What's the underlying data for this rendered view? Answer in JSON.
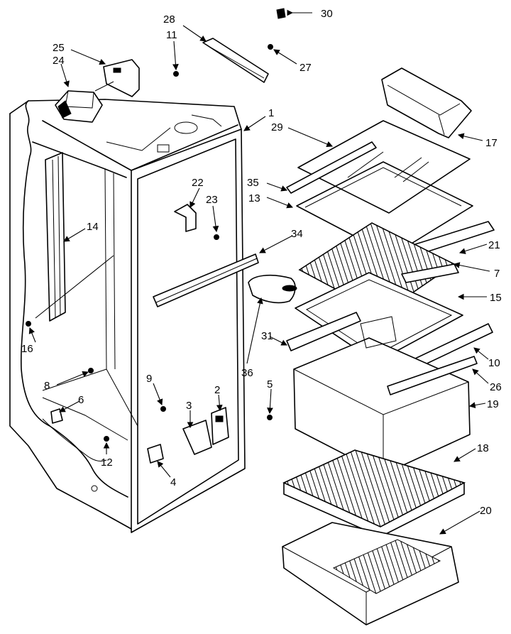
{
  "callouts": {
    "c1": "1",
    "c2": "2",
    "c3": "3",
    "c4": "4",
    "c5": "5",
    "c6": "6",
    "c7": "7",
    "c8": "8",
    "c9": "9",
    "c10": "10",
    "c11": "11",
    "c12": "12",
    "c13": "13",
    "c14": "14",
    "c15": "15",
    "c16": "16",
    "c17": "17",
    "c18": "18",
    "c19": "19",
    "c20": "20",
    "c21": "21",
    "c22": "22",
    "c23": "23",
    "c24": "24",
    "c25": "25",
    "c26": "26",
    "c27": "27",
    "c28": "28",
    "c29": "29",
    "c30": "30",
    "c31": "31",
    "c34": "34",
    "c35": "35",
    "c36": "36"
  }
}
